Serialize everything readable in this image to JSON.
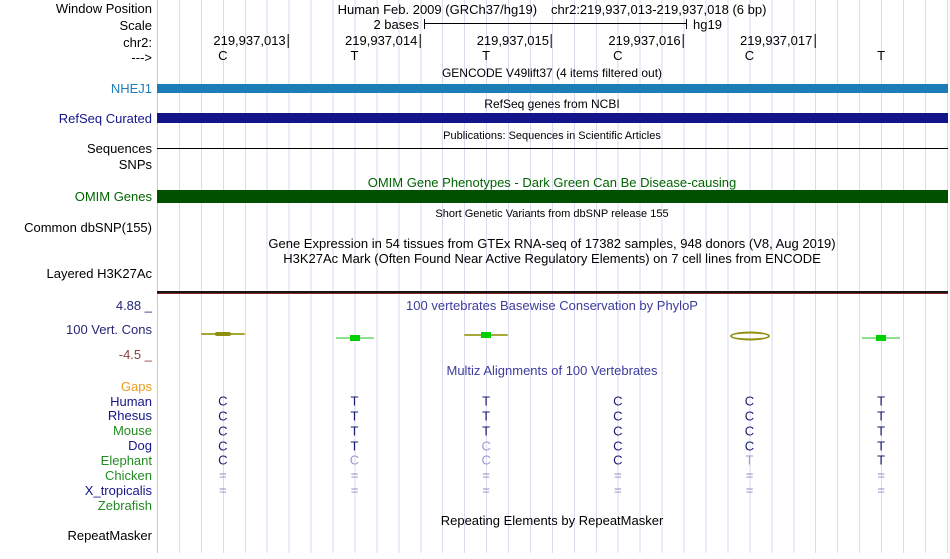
{
  "header": {
    "assembly": "Human Feb. 2009 (GRCh37/hg19)",
    "position": "chr2:219,937,013-219,937,018 (6 bp)",
    "window_position_label": "Window Position",
    "scale_label": "Scale",
    "scale_value": "2 bases",
    "genome": "hg19",
    "chrom_label": "chr2:",
    "strand_label": "--->",
    "ruler_ticks": [
      "219,937,013",
      "219,937,014",
      "219,937,015",
      "219,937,016",
      "219,937,017"
    ],
    "bases": [
      "C",
      "T",
      "T",
      "C",
      "C",
      "T"
    ]
  },
  "tracks": {
    "gencode": {
      "title": "GENCODE V49lift37 (4 items filtered out)",
      "label": "NHEJ1",
      "bar_color": "#1c7db6"
    },
    "refseq": {
      "title": "RefSeq genes from NCBI",
      "label": "RefSeq Curated",
      "bar_color": "#13138a"
    },
    "publications": {
      "title": "Publications: Sequences in Scientific Articles",
      "label_sequences": "Sequences",
      "label_snps": "SNPs"
    },
    "omim": {
      "title": "OMIM Gene Phenotypes - Dark Green Can Be Disease-causing",
      "label": "OMIM Genes",
      "bar_color": "#005000",
      "title_color": "#006400"
    },
    "dbsnp": {
      "title": "Short Genetic Variants from dbSNP release 155",
      "label": "Common dbSNP(155)"
    },
    "gtex": {
      "title": "Gene Expression in 54 tissues from GTEx RNA-seq of 17382 samples, 948 donors (V8, Aug 2019)"
    },
    "h3k27ac": {
      "title": "H3K27Ac Mark (Often Found Near Active Regulatory Elements) on 7 cell lines from ENCODE",
      "label": "Layered H3K27Ac"
    },
    "conservation": {
      "title": "100 vertebrates Basewise Conservation by PhyloP",
      "label": "100 Vert. Cons",
      "max_label": "4.88 _",
      "min_label": "-4.5 _",
      "marks": [
        {
          "base": 0,
          "style": "olive"
        },
        {
          "base": 1,
          "style": "green"
        },
        {
          "base": 2,
          "style": "olive-green"
        },
        {
          "base": 4,
          "style": "ellipse"
        },
        {
          "base": 5,
          "style": "green"
        }
      ]
    },
    "multiz": {
      "title": "Multiz Alignments of 100 Vertebrates",
      "gaps_label": "Gaps",
      "rows": [
        {
          "name": "Human",
          "color": "navy",
          "bases": [
            "C",
            "T",
            "T",
            "C",
            "C",
            "T"
          ],
          "light": [
            0,
            0,
            0,
            0,
            0,
            0
          ]
        },
        {
          "name": "Rhesus",
          "color": "navy",
          "bases": [
            "C",
            "T",
            "T",
            "C",
            "C",
            "T"
          ],
          "light": [
            0,
            0,
            0,
            0,
            0,
            0
          ]
        },
        {
          "name": "Mouse",
          "color": "green",
          "bases": [
            "C",
            "T",
            "T",
            "C",
            "C",
            "T"
          ],
          "light": [
            0,
            0,
            0,
            0,
            0,
            0
          ]
        },
        {
          "name": "Dog",
          "color": "navy",
          "bases": [
            "C",
            "T",
            "C",
            "C",
            "C",
            "T"
          ],
          "light": [
            0,
            0,
            1,
            0,
            0,
            0
          ]
        },
        {
          "name": "Elephant",
          "color": "green",
          "bases": [
            "C",
            "C",
            "C",
            "C",
            "T",
            "T"
          ],
          "light": [
            0,
            1,
            1,
            0,
            1,
            0
          ]
        },
        {
          "name": "Chicken",
          "color": "green",
          "bases": [
            "=",
            "=",
            "=",
            "=",
            "=",
            "="
          ],
          "light": [
            1,
            1,
            1,
            1,
            1,
            1
          ]
        },
        {
          "name": "X_tropicalis",
          "color": "navy",
          "bases": [
            "=",
            "=",
            "=",
            "=",
            "=",
            "="
          ],
          "light": [
            1,
            1,
            1,
            1,
            1,
            1
          ]
        },
        {
          "name": "Zebrafish",
          "color": "green",
          "bases": [
            "",
            "",
            "",
            "",
            "",
            ""
          ],
          "light": [
            0,
            0,
            0,
            0,
            0,
            0
          ]
        }
      ]
    },
    "repeatmasker": {
      "title": "Repeating Elements by RepeatMasker",
      "label": "RepeatMasker"
    }
  }
}
